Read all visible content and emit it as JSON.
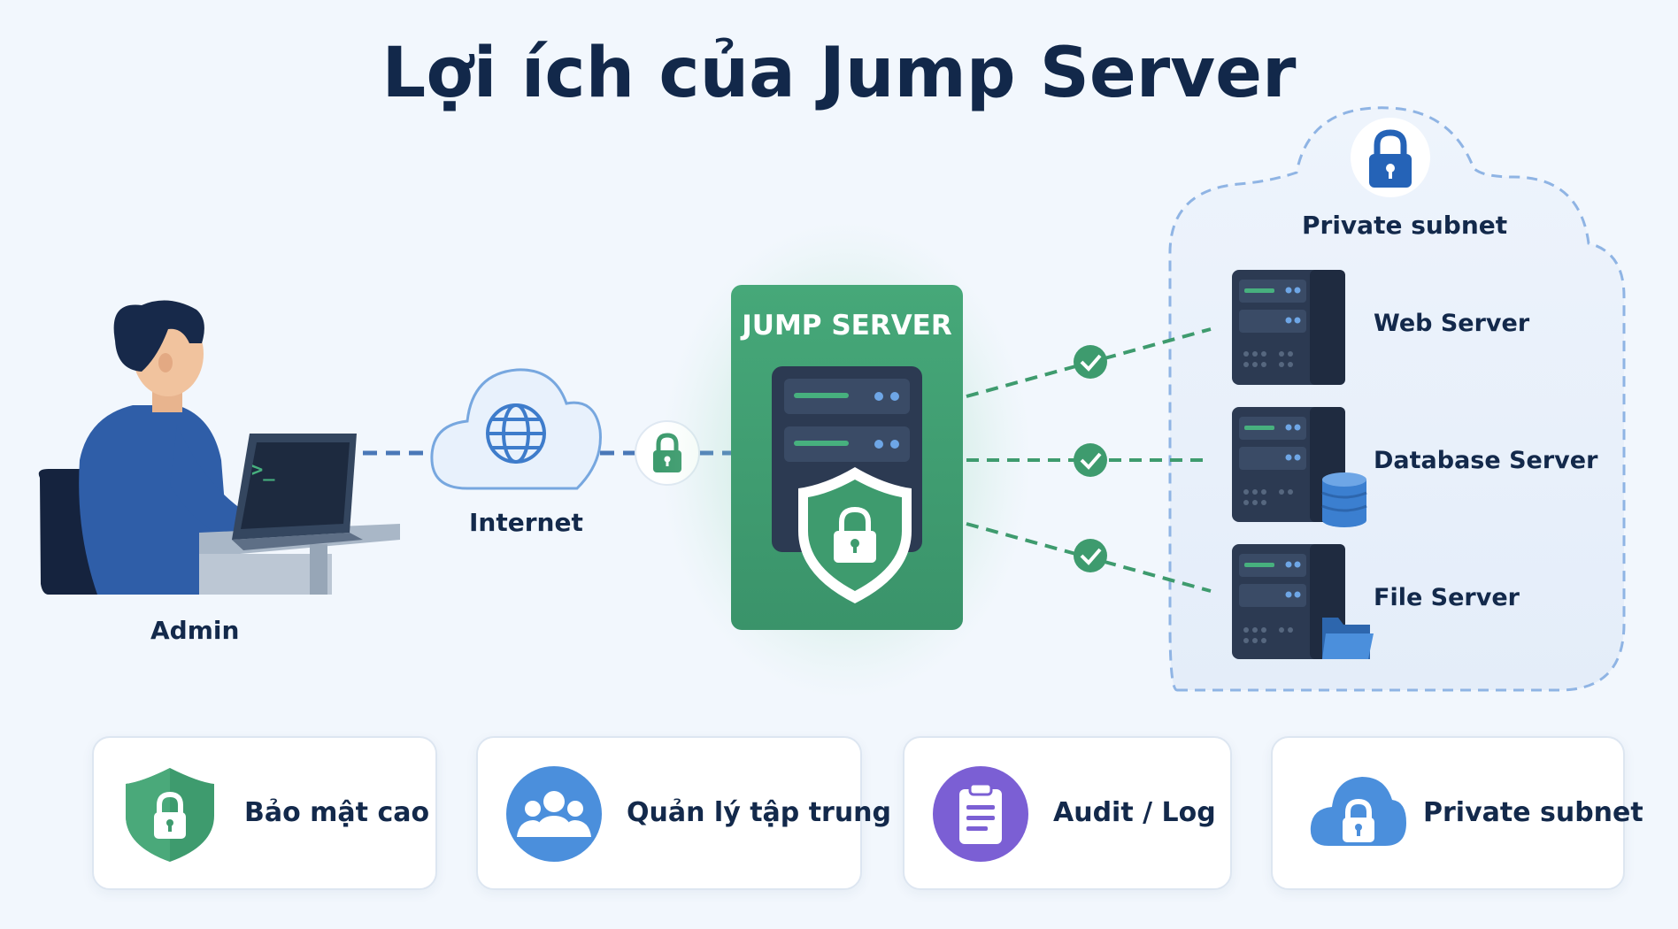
{
  "title": "Lợi ích của Jump Server",
  "nodes": {
    "admin": "Admin",
    "internet": "Internet",
    "jump_server": "JUMP SERVER",
    "private_subnet": "Private subnet",
    "web_server": "Web Server",
    "database_server": "Database Server",
    "file_server": "File Server"
  },
  "benefits": [
    {
      "label": "Bảo mật cao",
      "icon": "shield-lock-icon",
      "color": "#3e9b6e"
    },
    {
      "label": "Quản lý tập trung",
      "icon": "users-icon",
      "color": "#4b8fdc"
    },
    {
      "label": "Audit / Log",
      "icon": "clipboard-icon",
      "color": "#7b5fd4"
    },
    {
      "label": "Private subnet",
      "icon": "cloud-lock-icon",
      "color": "#4b8fdc"
    }
  ],
  "colors": {
    "navy": "#13294b",
    "green": "#3e9b6e",
    "blue": "#4b8fdc",
    "purple": "#7b5fd4",
    "server_dark": "#2c3a52"
  }
}
